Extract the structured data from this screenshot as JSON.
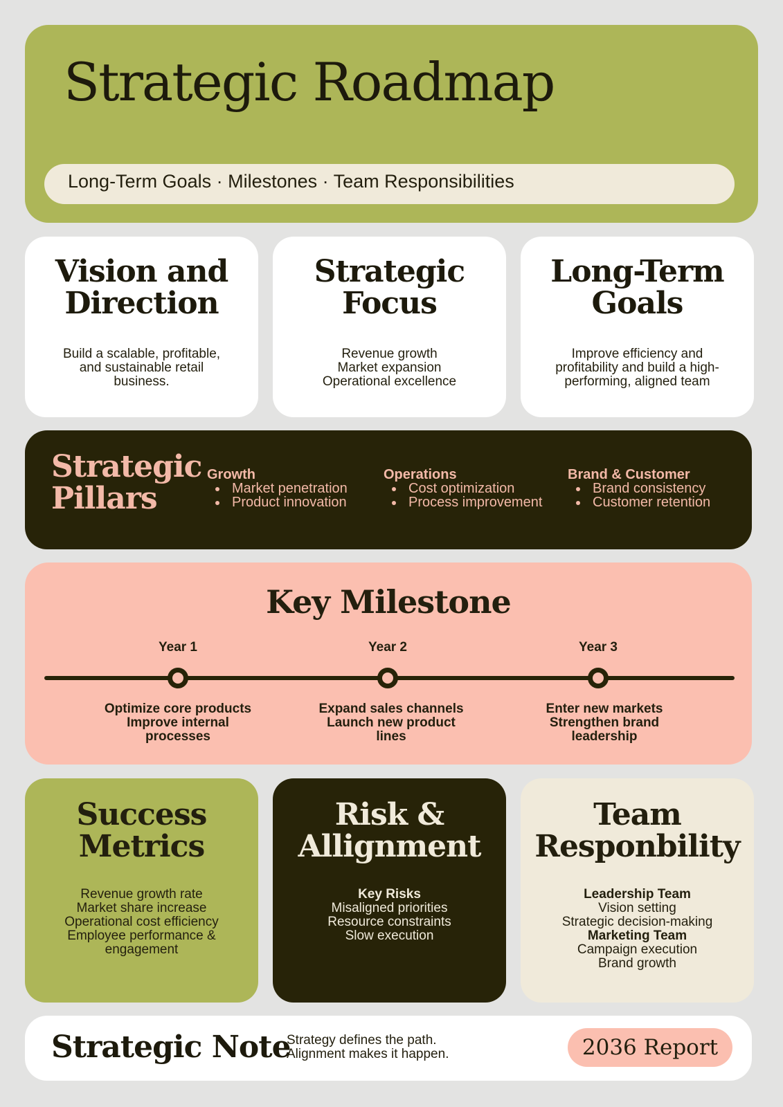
{
  "header": {
    "title": "Strategic Roadmap",
    "subtitle": "Long-Term Goals · Milestones · Team Responsibilities"
  },
  "cards": [
    {
      "title": "Vision and\nDirection",
      "body": "Build a scalable, profitable,\nand sustainable retail\nbusiness."
    },
    {
      "title": "Strategic\nFocus",
      "body": "Revenue growth\nMarket expansion\nOperational excellence"
    },
    {
      "title": "Long-Term\nGoals",
      "body": "Improve efficiency and\nprofitability and build a high-\nperforming, aligned team"
    }
  ],
  "pillars": {
    "title": "Strategic\nPillars",
    "items": [
      {
        "heading": "Growth",
        "points": [
          "Market penetration",
          "Product innovation"
        ]
      },
      {
        "heading": "Operations",
        "points": [
          "Cost optimization",
          "Process improvement"
        ]
      },
      {
        "heading": "Brand & Customer",
        "points": [
          "Brand consistency",
          "Customer retention"
        ]
      }
    ]
  },
  "milestone": {
    "title": "Key Milestone",
    "years": [
      {
        "label": "Year 1",
        "text": "Optimize core products\nImprove internal\nprocesses"
      },
      {
        "label": "Year 2",
        "text": "Expand sales channels\nLaunch new product\nlines"
      },
      {
        "label": "Year 3",
        "text": "Enter new markets\nStrengthen brand\nleadership"
      }
    ]
  },
  "metrics": {
    "title": "Success\nMetrics",
    "body": "Revenue growth rate\nMarket share increase\nOperational cost efficiency\nEmployee performance &\nengagement"
  },
  "risk": {
    "title": "Risk &\nAllignment",
    "heading": "Key Risks",
    "body": "Misaligned priorities\nResource constraints\nSlow execution"
  },
  "team": {
    "title": "Team\nResponbility",
    "leadership_heading": "Leadership Team",
    "leadership_body": "Vision setting\nStrategic decision-making",
    "marketing_heading": "Marketing Team",
    "marketing_body": "Campaign execution\nBrand growth"
  },
  "note": {
    "title": "Strategic Note",
    "text": "Strategy defines the path.\nAlignment makes it happen.",
    "badge": "2036 Report"
  },
  "colors": {
    "olive": "#adb658",
    "dark": "#272308",
    "salmon": "#fbbfb0",
    "cream": "#f0eada",
    "white": "#ffffff"
  }
}
